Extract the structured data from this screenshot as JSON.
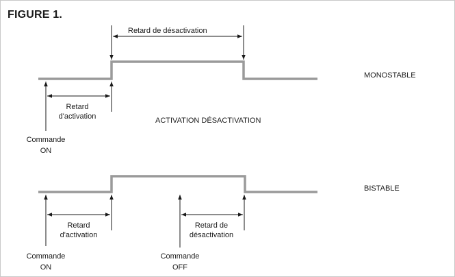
{
  "figure_title": "FIGURE 1.",
  "mono": {
    "mode_label": "MONOSTABLE",
    "deactivation_delay_label": "Retard de désactivation",
    "activation_delay_label_1": "Retard",
    "activation_delay_label_2": "d'activation",
    "command_on_label_1": "Commande",
    "command_on_label_2": "ON"
  },
  "middle_caption": "ACTIVATION DÉSACTIVATION",
  "bi": {
    "mode_label": "BISTABLE",
    "activation_delay_label_1": "Retard",
    "activation_delay_label_2": "d'activation",
    "deactivation_delay_label_1": "Retard de",
    "deactivation_delay_label_2": "désactivation",
    "command_on_label_1": "Commande",
    "command_on_label_2": "ON",
    "command_off_label_1": "Commande",
    "command_off_label_2": "OFF"
  },
  "colors": {
    "signal": "#9a9a9a",
    "arrow": "#1a1a1a",
    "text": "#1a1a1a"
  }
}
